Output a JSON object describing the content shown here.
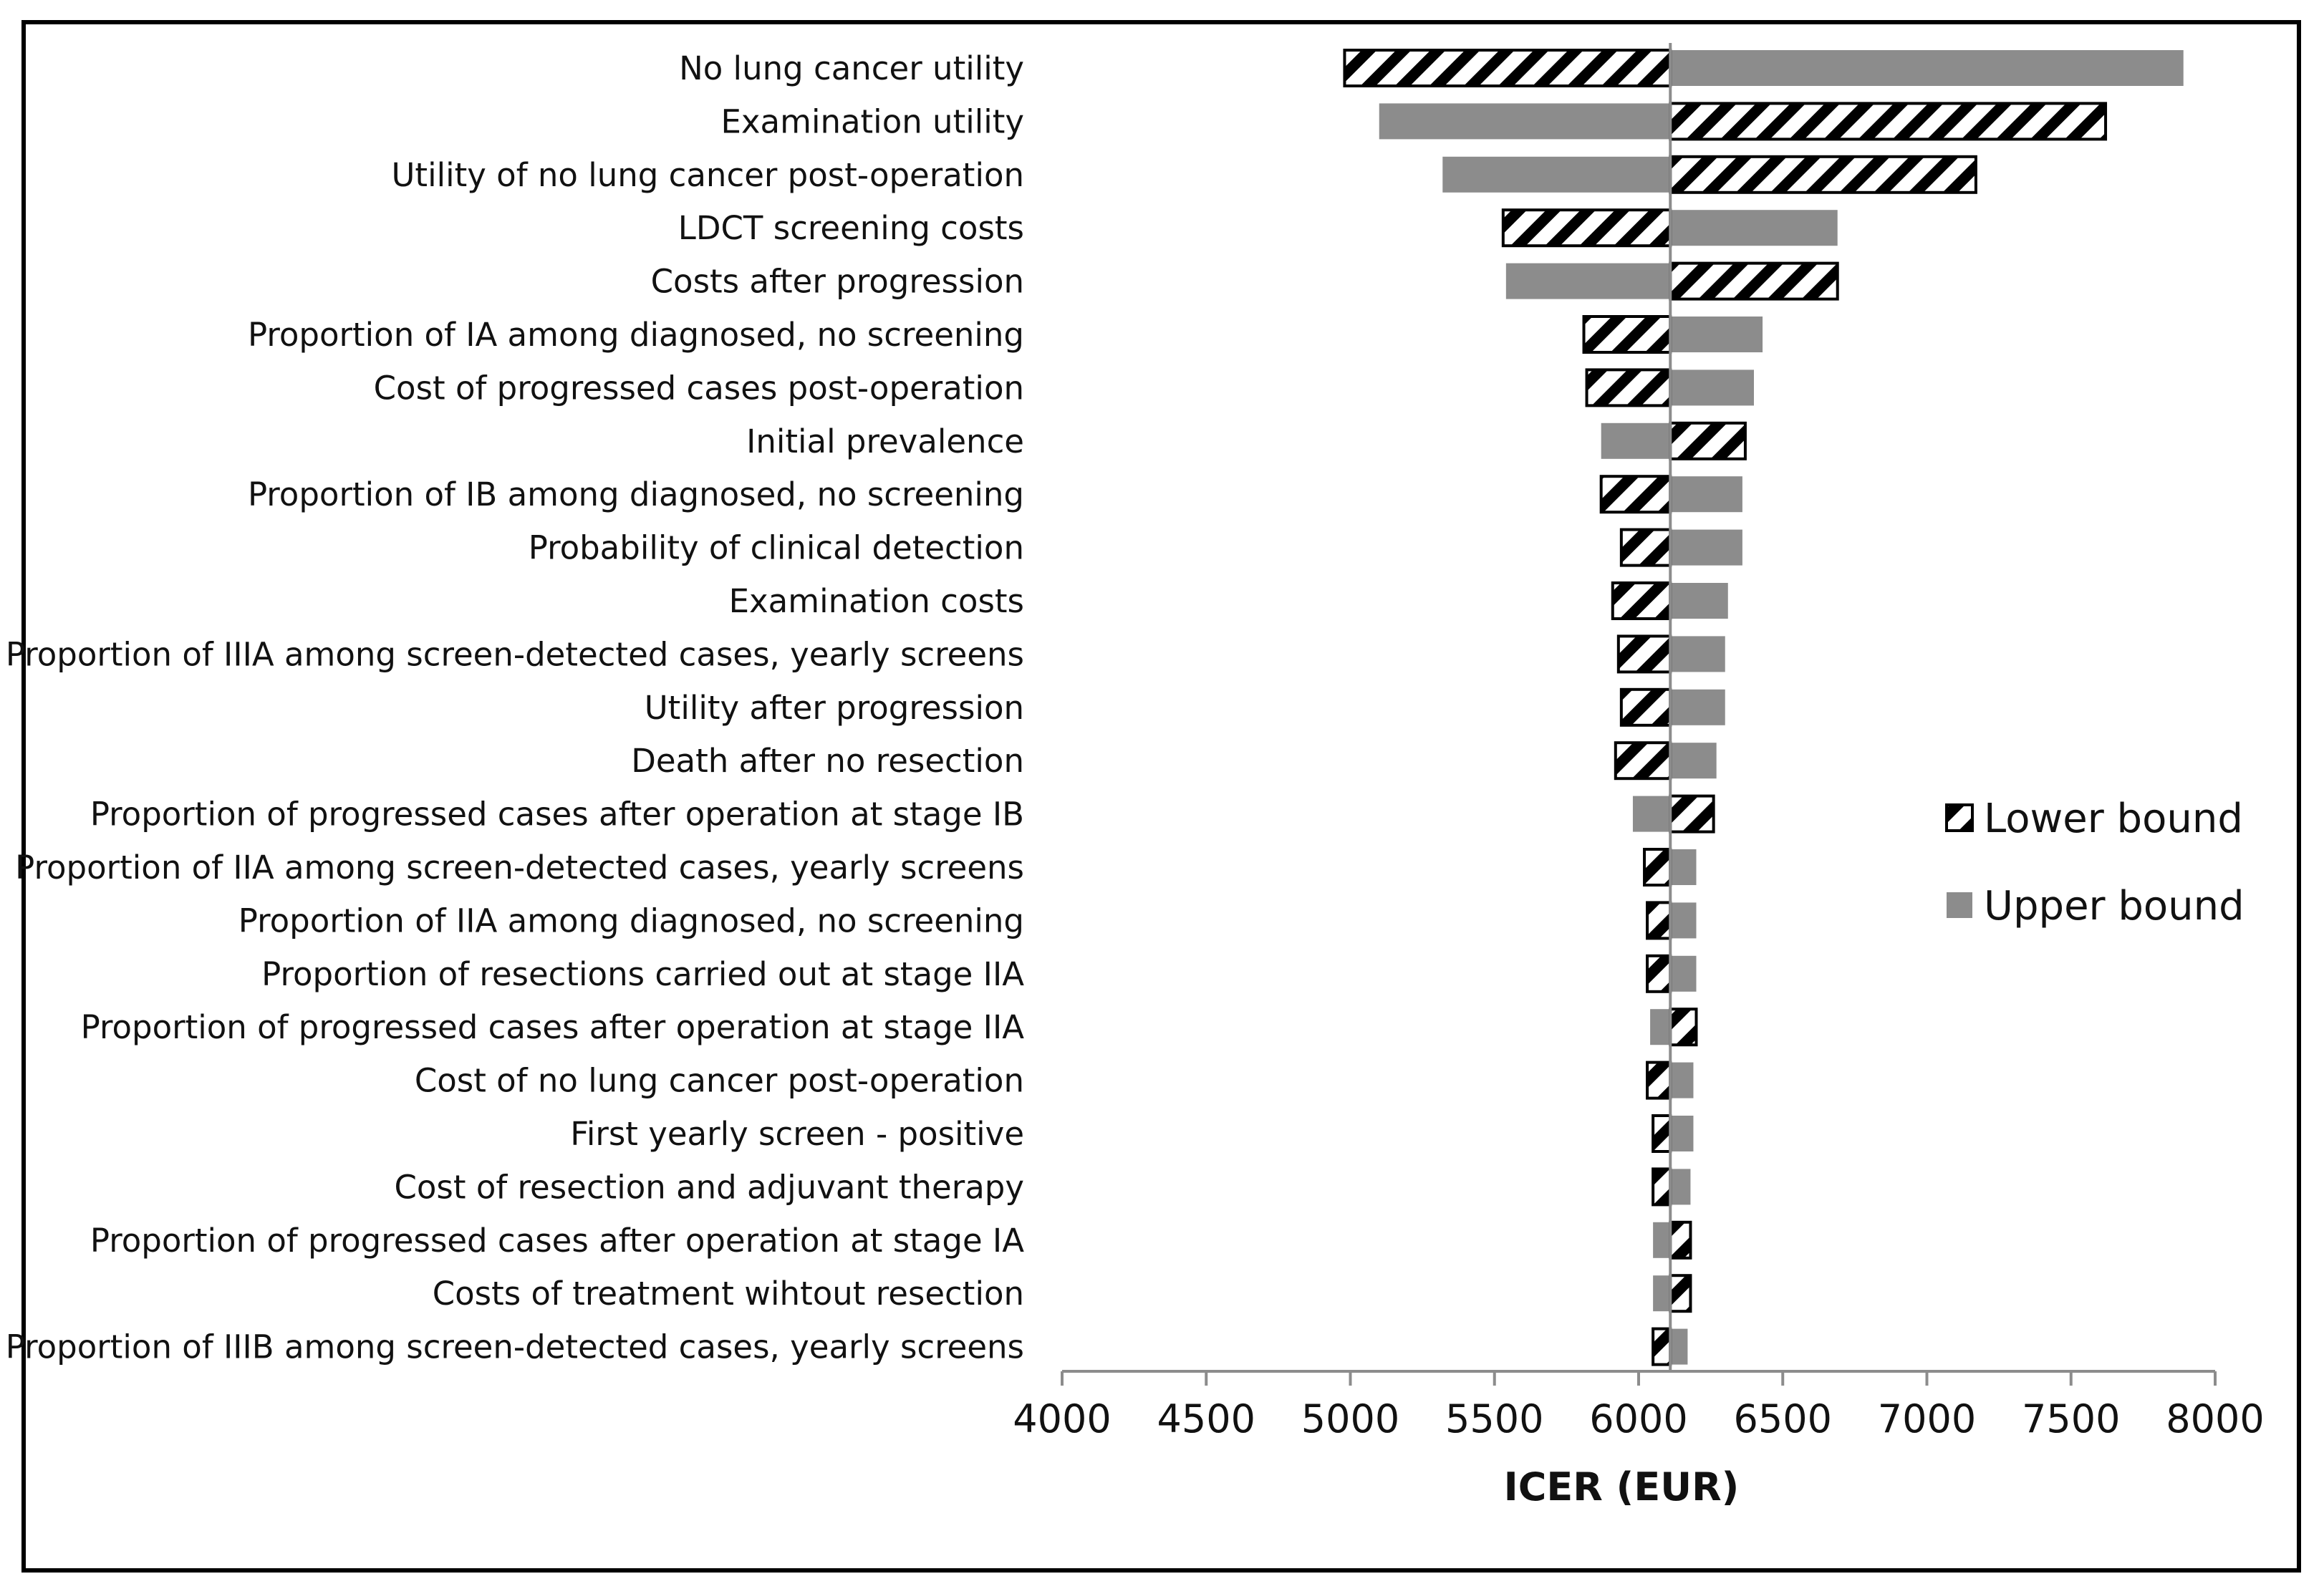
{
  "chart_data": {
    "type": "bar",
    "orientation": "horizontal",
    "chart_kind": "tornado",
    "categories": [
      "No lung cancer utility",
      "Examination utility",
      "Utility of no lung cancer post-operation",
      "LDCT screening costs",
      "Costs after progression",
      "Proportion of IA among diagnosed, no screening",
      "Cost of progressed cases post-operation",
      "Initial prevalence",
      "Proportion of IB among diagnosed, no screening",
      "Probability of clinical detection",
      "Examination costs",
      "Proportion of IIIA among screen-detected cases, yearly screens",
      "Utility after progression",
      "Death after no resection",
      "Proportion of progressed cases after operation at stage IB",
      "Proportion of IIA among screen-detected cases, yearly screens",
      "Proportion of IIA among diagnosed, no screening",
      "Proportion of resections carried out at stage IIA",
      "Proportion of progressed cases after operation at stage IIA",
      "Cost of no lung cancer post-operation",
      "First yearly screen - positive",
      "Cost of resection and adjuvant therapy",
      "Proportion of progressed cases after operation at stage IA",
      "Costs of treatment wihtout resection",
      "Proportion of IIIB among screen-detected cases, yearly screens"
    ],
    "base_value": 6110,
    "series": [
      {
        "name": "Lower bound",
        "values": [
          4980,
          7620,
          7170,
          5530,
          6690,
          5810,
          5820,
          6370,
          5870,
          5940,
          5910,
          5930,
          5940,
          5920,
          6260,
          6020,
          6030,
          6030,
          6200,
          6030,
          6050,
          6050,
          6180,
          6180,
          6050
        ]
      },
      {
        "name": "Upper bound",
        "values": [
          7890,
          5100,
          5320,
          6690,
          5540,
          6430,
          6400,
          5870,
          6360,
          6360,
          6310,
          6300,
          6300,
          6270,
          5980,
          6200,
          6200,
          6200,
          6040,
          6190,
          6190,
          6180,
          6050,
          6050,
          6170
        ]
      }
    ],
    "xlabel": "ICER (EUR)",
    "xlim": [
      4000,
      8000
    ],
    "xticks": [
      4000,
      4500,
      5000,
      5500,
      6000,
      6500,
      7000,
      7500,
      8000
    ],
    "grid": false,
    "legend_position": "right",
    "colors": {
      "upper_bound": "#8c8c8c",
      "lower_bound_stripe": "#000000",
      "lower_bound_background": "#ffffff",
      "axis": "#8c8c8c"
    }
  }
}
